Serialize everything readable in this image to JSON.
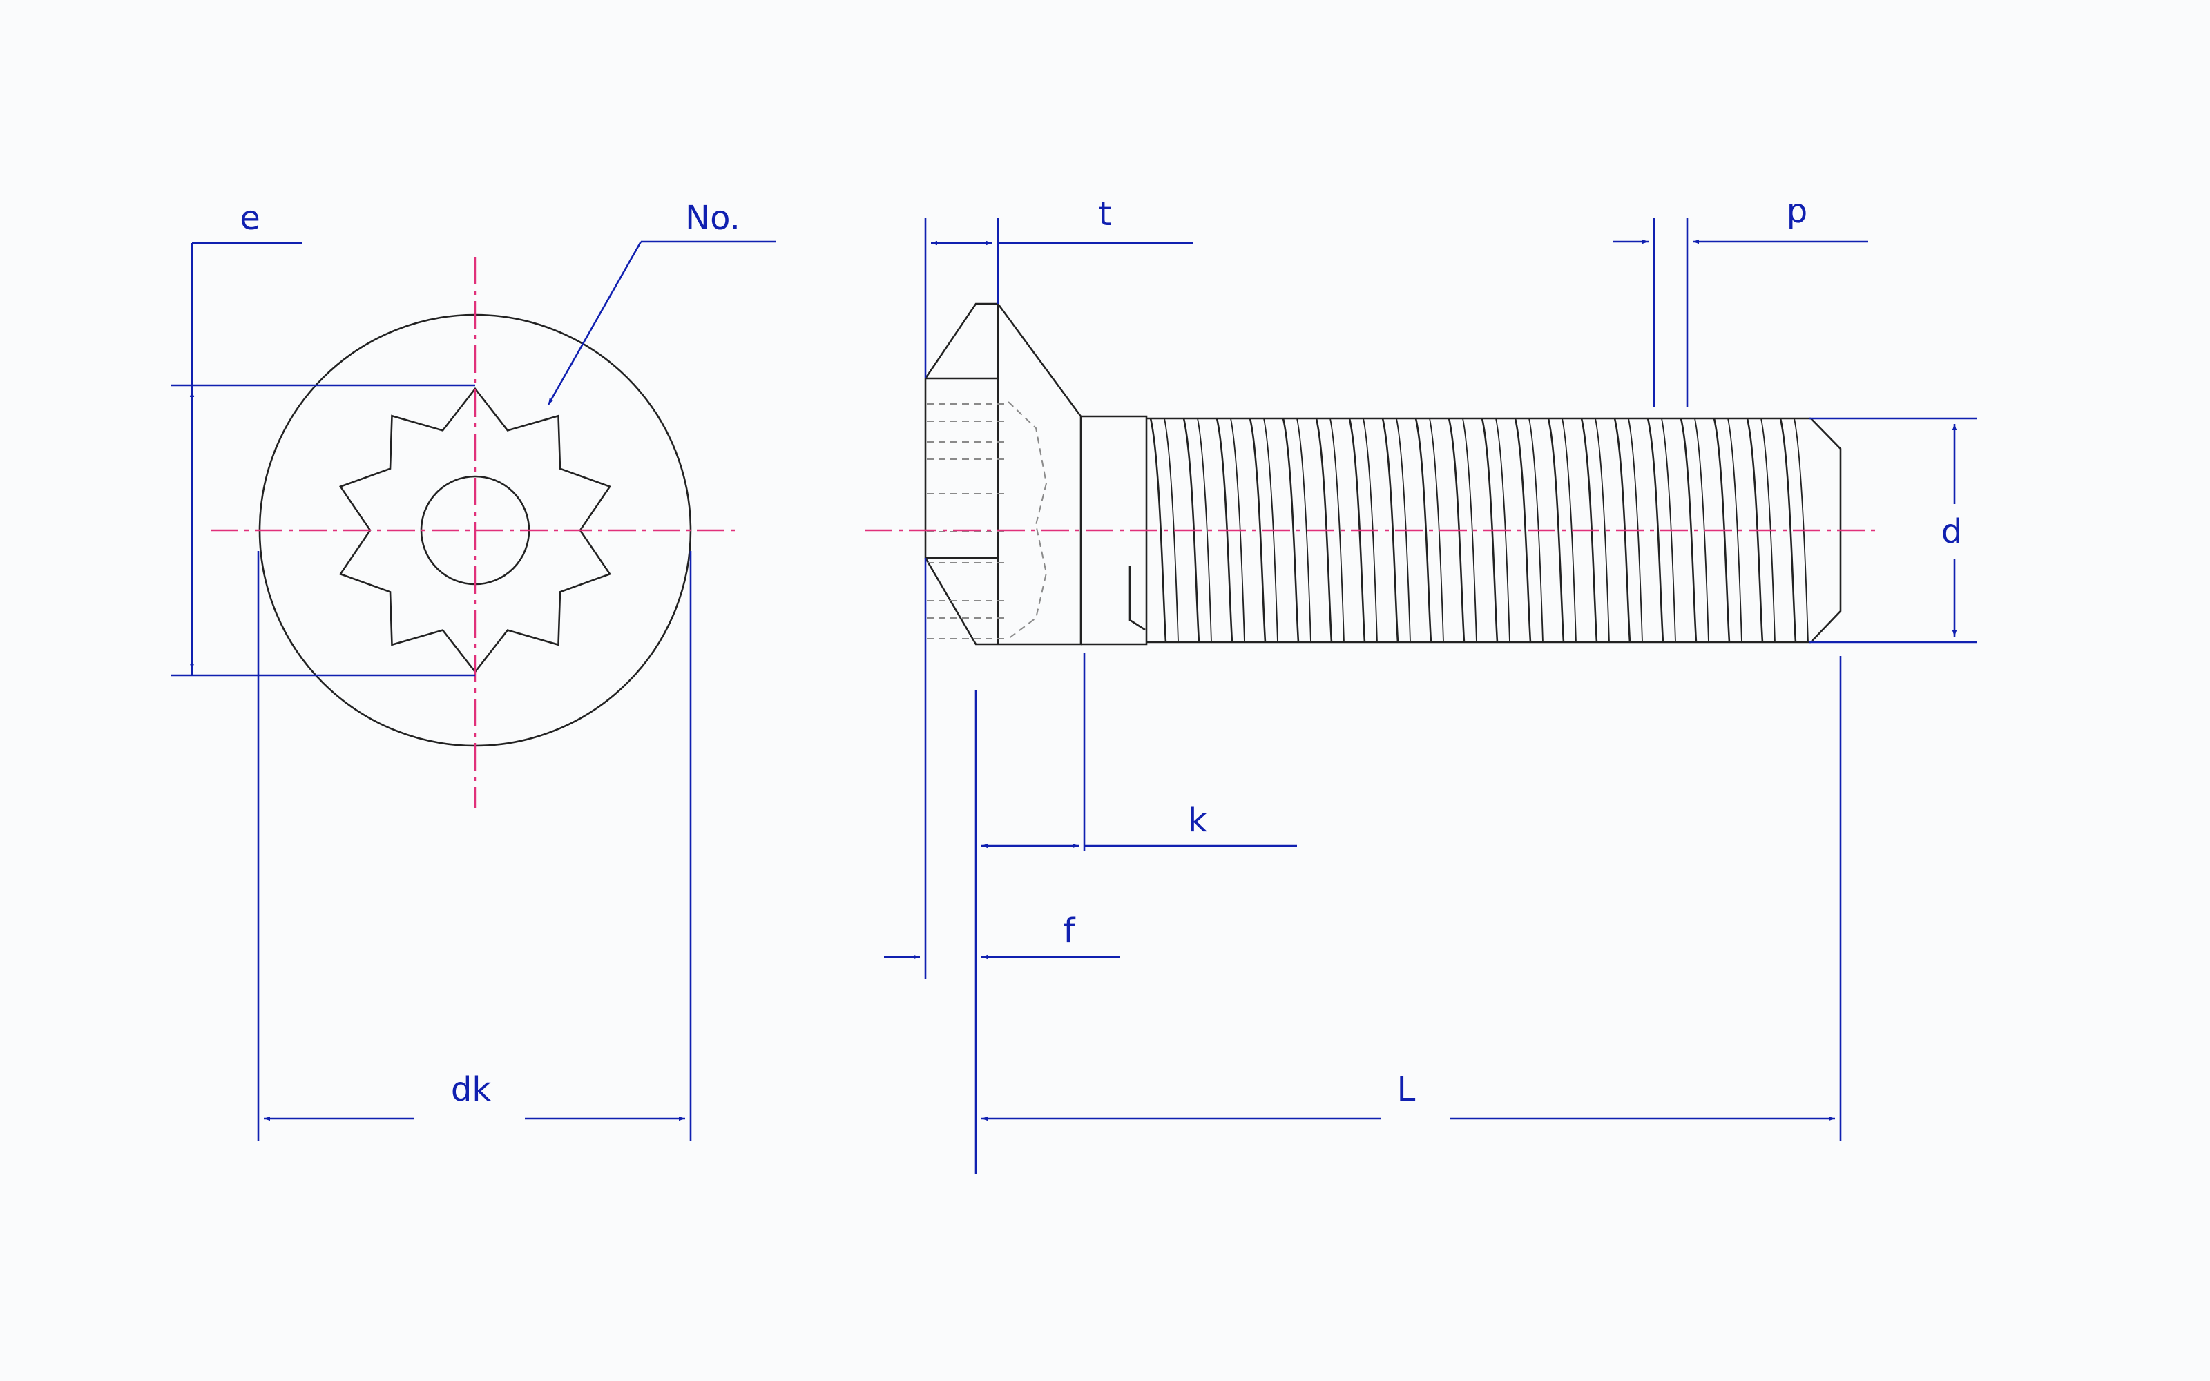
{
  "labels": {
    "e": "e",
    "no": "No.",
    "t": "t",
    "p": "p",
    "d": "d",
    "k": "k",
    "f": "f",
    "dk": "dk",
    "L": "L"
  },
  "colors": {
    "object_line": "#222222",
    "center_line": "#e0307a",
    "dimension_line": "#1020b0",
    "hidden_line": "#8a8a8a",
    "background": "#fafbfc"
  }
}
